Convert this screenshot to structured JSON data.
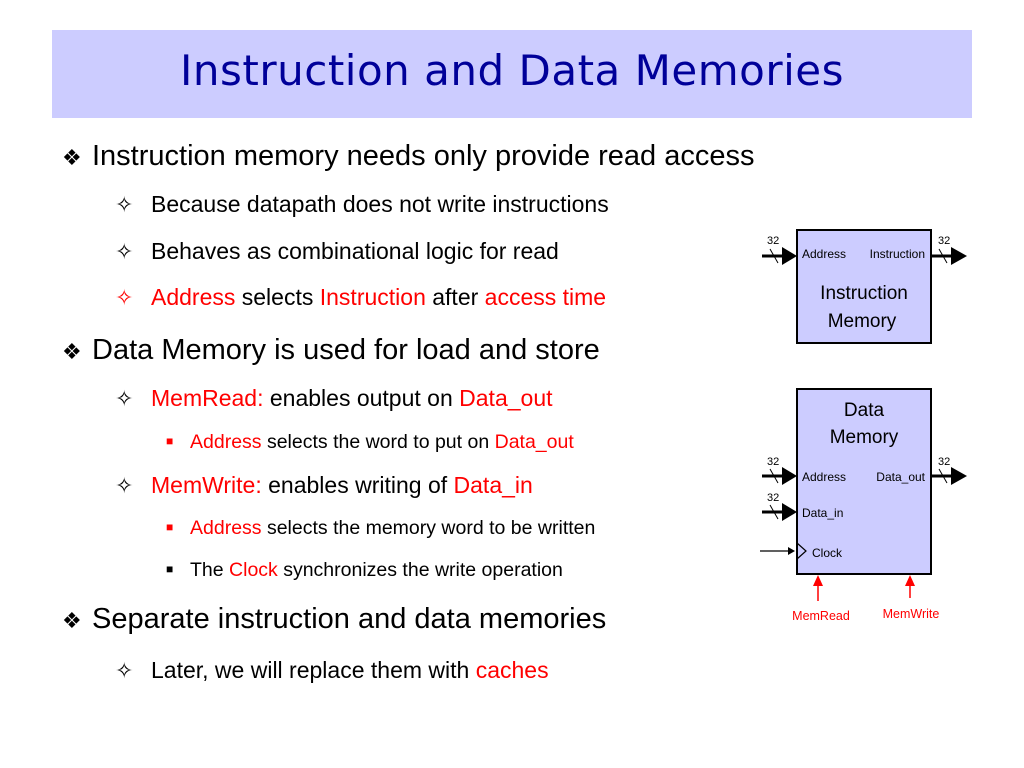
{
  "slide": {
    "title": "Instruction and Data Memories"
  },
  "bullets": {
    "b1": {
      "symbol": "❖",
      "text": "Instruction memory needs only provide read access"
    },
    "b1a": {
      "symbol": "✧",
      "text": "Because datapath does not write instructions"
    },
    "b1b": {
      "symbol": "✧",
      "text": "Behaves as combinational logic for read"
    },
    "b1c": {
      "symbol": "✧",
      "t1": "Address",
      "t2": " selects ",
      "t3": "Instruction",
      "t4": " after ",
      "t5": "access time"
    },
    "b2": {
      "symbol": "❖",
      "text": "Data Memory is used for load and store"
    },
    "b2a": {
      "symbol": "✧",
      "t1": "MemRead:",
      "t2": " enables output on ",
      "t3": "Data_out"
    },
    "b2a1": {
      "symbol": "■",
      "t1": "Address",
      "t2": " selects the word to put on ",
      "t3": "Data_out"
    },
    "b2b": {
      "symbol": "✧",
      "t1": "MemWrite:",
      "t2": " enables writing of ",
      "t3": "Data_in"
    },
    "b2b1": {
      "symbol": "■",
      "t1": "Address",
      "t2": " selects the memory word to be written"
    },
    "b2b2": {
      "symbol": "■",
      "t1": "The ",
      "t2": "Clock",
      "t3": " synchronizes the write operation"
    },
    "b3": {
      "symbol": "❖",
      "text": "Separate instruction and data memories"
    },
    "b3a": {
      "symbol": "✧",
      "t1": "Later, we will replace them with ",
      "t2": "caches"
    }
  },
  "instruction_memory": {
    "name_line1": "Instruction",
    "name_line2": "Memory",
    "port_in": "Address",
    "port_out": "Instruction",
    "width_in": "32",
    "width_out": "32"
  },
  "data_memory": {
    "name_line1": "Data",
    "name_line2": "Memory",
    "port_address": "Address",
    "port_data_out": "Data_out",
    "port_data_in": "Data_in",
    "port_clock": "Clock",
    "width_address": "32",
    "width_data_out": "32",
    "width_data_in": "32",
    "signal_memread": "MemRead",
    "signal_memwrite": "MemWrite"
  },
  "colors": {
    "title_bg": "#ccccff",
    "title_text": "#000099",
    "highlight": "#ff0000",
    "block_fill": "#ccccff"
  }
}
